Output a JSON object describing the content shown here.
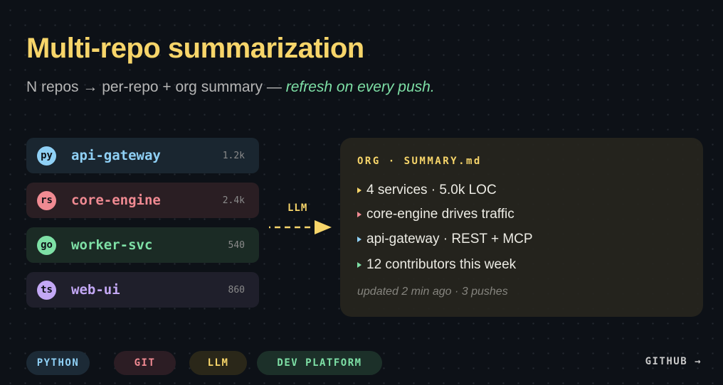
{
  "title": "Multi-repo summarization",
  "subtitle": {
    "text": "N repos → per-repo + org summary — ",
    "emphasis": "refresh on every push."
  },
  "repos": [
    {
      "lang": "py",
      "name": "api-gateway",
      "count": "1.2k",
      "color": "#8fd0f5",
      "bg": "#1a2630"
    },
    {
      "lang": "rs",
      "name": "core-engine",
      "count": "2.4k",
      "color": "#f08a92",
      "bg": "#2a1e23"
    },
    {
      "lang": "go",
      "name": "worker-svc",
      "count": "540",
      "color": "#7ee0a6",
      "bg": "#1b2b25"
    },
    {
      "lang": "ts",
      "name": "web-ui",
      "count": "860",
      "color": "#c3a8f5",
      "bg": "#1f1f2b"
    }
  ],
  "arrow_label": "LLM",
  "summary": {
    "title": "ORG · SUMMARY.md",
    "bullets": [
      {
        "text": "4 services · 5.0k LOC",
        "color": "#f7d56a"
      },
      {
        "text": "core-engine drives traffic",
        "color": "#f08a92"
      },
      {
        "text": "api-gateway · REST + MCP",
        "color": "#8fd0f5"
      },
      {
        "text": "12 contributors this week",
        "color": "#7ee0a6"
      }
    ],
    "footer": "updated 2 min ago · 3 pushes"
  },
  "tags": [
    {
      "label": "PYTHON",
      "color": "#8fd0f5",
      "bg": "#1c2a36"
    },
    {
      "label": "GIT",
      "color": "#f08a92",
      "bg": "#2c1d24"
    },
    {
      "label": "LLM",
      "color": "#f7d56a",
      "bg": "#2a2719"
    },
    {
      "label": "DEV PLATFORM",
      "color": "#7ee0a6",
      "bg": "#1c3029"
    }
  ],
  "github_link": "GITHUB →"
}
